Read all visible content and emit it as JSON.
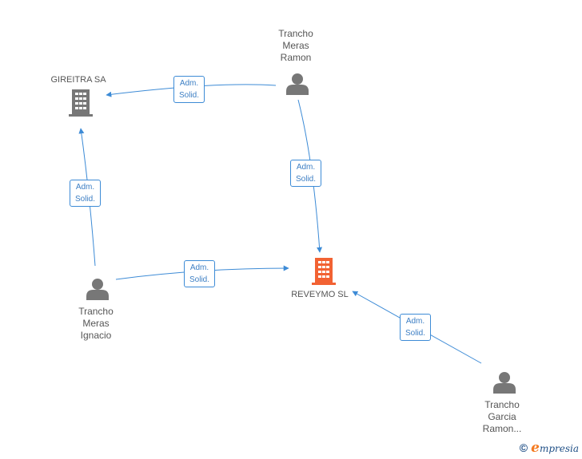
{
  "colors": {
    "edge": "#3d8bd6",
    "person": "#777777",
    "company": "#777777",
    "company_focus": "#f26233"
  },
  "nodes": {
    "gireitra": {
      "type": "company",
      "label": "GIREITRA SA",
      "icon": "building-icon"
    },
    "reveymo": {
      "type": "company",
      "label": "REVEYMO SL",
      "icon": "building-icon",
      "focus": true
    },
    "tr_ramon": {
      "type": "person",
      "label": [
        "Trancho",
        "Meras",
        "Ramon"
      ],
      "icon": "person-icon"
    },
    "tr_ignacio": {
      "type": "person",
      "label": [
        "Trancho",
        "Meras",
        "Ignacio"
      ],
      "icon": "person-icon"
    },
    "tg_ramon": {
      "type": "person",
      "label": [
        "Trancho",
        "Garcia",
        "Ramon..."
      ],
      "icon": "person-icon"
    }
  },
  "edges": [
    {
      "from": "tr_ramon",
      "to": "gireitra",
      "label": [
        "Adm.",
        "Solid."
      ]
    },
    {
      "from": "tr_ramon",
      "to": "reveymo",
      "label": [
        "Adm.",
        "Solid."
      ]
    },
    {
      "from": "tr_ignacio",
      "to": "gireitra",
      "label": [
        "Adm.",
        "Solid."
      ]
    },
    {
      "from": "tr_ignacio",
      "to": "reveymo",
      "label": [
        "Adm.",
        "Solid."
      ]
    },
    {
      "from": "tg_ramon",
      "to": "reveymo",
      "label": [
        "Adm.",
        "Solid."
      ]
    }
  ],
  "footer": {
    "copyright": "©",
    "brand_e": "e",
    "brand_rest": "mpresia"
  }
}
